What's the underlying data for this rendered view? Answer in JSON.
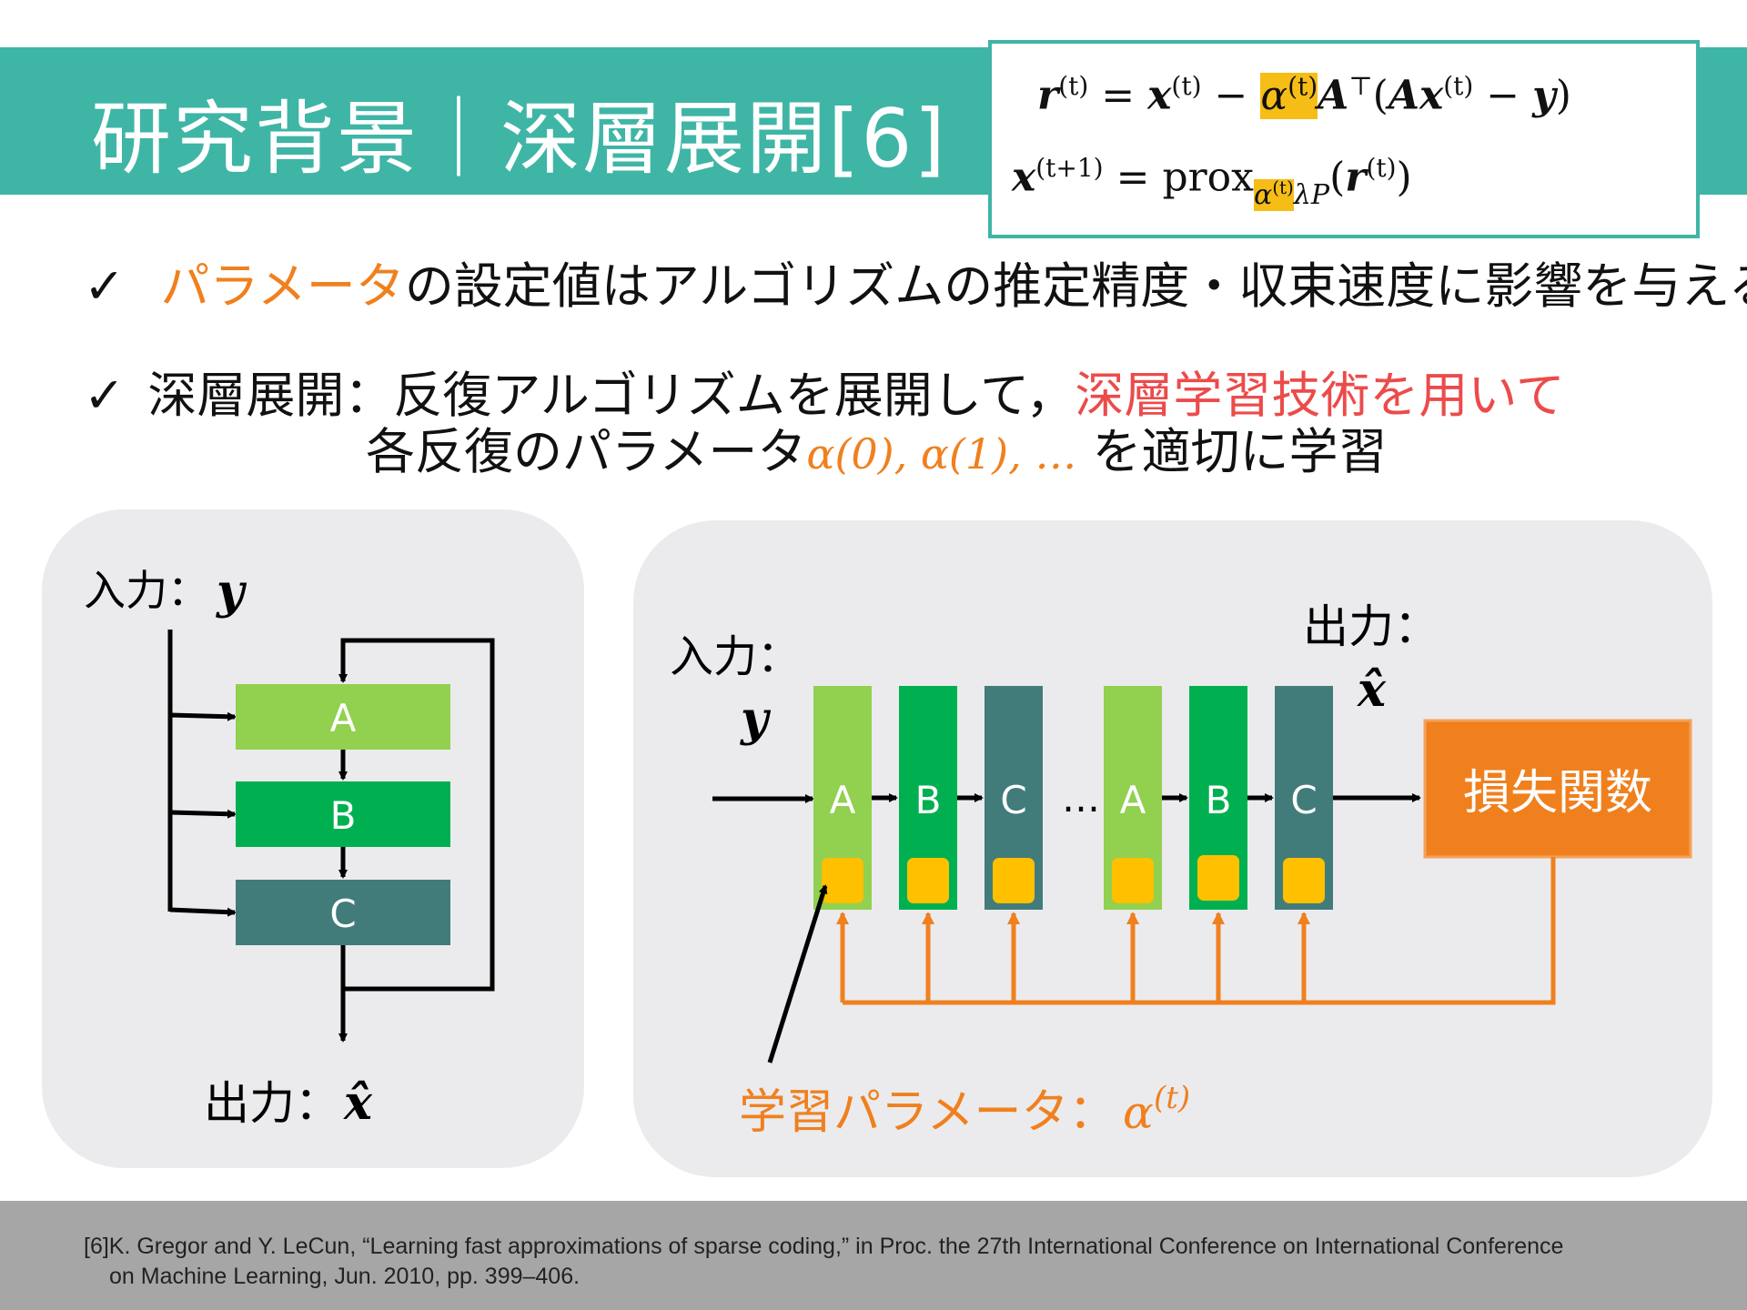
{
  "title": "研究背景｜深層展開[6]",
  "formula": {
    "line1": {
      "lhs": "r",
      "lhs_sup": "(t)",
      "eq": "= ",
      "x": "x",
      "x_sup": "(t)",
      "minus": " − ",
      "alpha": "α",
      "alpha_sup": "(t)",
      "A": "A",
      "T": "⊤",
      "paren_open": "(",
      "Ax": "Ax",
      "ax_sup": "(t)",
      "minus2": " − ",
      "y": "y",
      "paren_close": ")"
    },
    "line2": {
      "lhs": "x",
      "lhs_sup": "(t+1)",
      "eq": " = prox",
      "alpha": "α",
      "alpha_sup": "(t)",
      "lambdaP": "λP",
      "paren_open": "(",
      "r": "r",
      "r_sup": "(t)",
      "paren_close": ")"
    }
  },
  "bullets": {
    "check": "✓",
    "b1_highlight": "パラメータ",
    "b1_rest": "の設定値はアルゴリズムの推定精度・収束速度に影響を与える",
    "b2_prefix": "深層展開：反復アルゴリズムを展開して，",
    "b2_highlight": "深層学習技術を用いて",
    "b3_prefix": "各反復のパラメータ",
    "b3_alpha": "α(0), α(1), …",
    "b3_suffix": " を適切に学習"
  },
  "left_diagram": {
    "input_label": "入力：",
    "input_var": "y",
    "blocks": [
      "A",
      "B",
      "C"
    ],
    "output_label": "出力：",
    "output_var": "x̂"
  },
  "right_diagram": {
    "input_label": "入力：",
    "input_var": "y",
    "output_label": "出力：",
    "output_var": "x̂",
    "blocks": [
      "A",
      "B",
      "C",
      "A",
      "B",
      "C"
    ],
    "ellipsis": "…",
    "loss_label": "損失関数",
    "param_label": "学習パラメータ：",
    "param_var": "α",
    "param_sup": "(t)"
  },
  "colors": {
    "teal": "#3fb5a6",
    "block_a": "#92d050",
    "block_b": "#00b050",
    "block_c": "#417c7a",
    "param_square": "#ffc000",
    "orange": "#f0801e",
    "red": "#ec4b4b",
    "panel": "#ebebee"
  },
  "footer": {
    "line1": "[6]K. Gregor and Y. LeCun, “Learning fast approximations of sparse coding,” in Proc. the 27th International Conference on International Conference",
    "line2": "on Machine Learning, Jun. 2010, pp. 399–406."
  }
}
